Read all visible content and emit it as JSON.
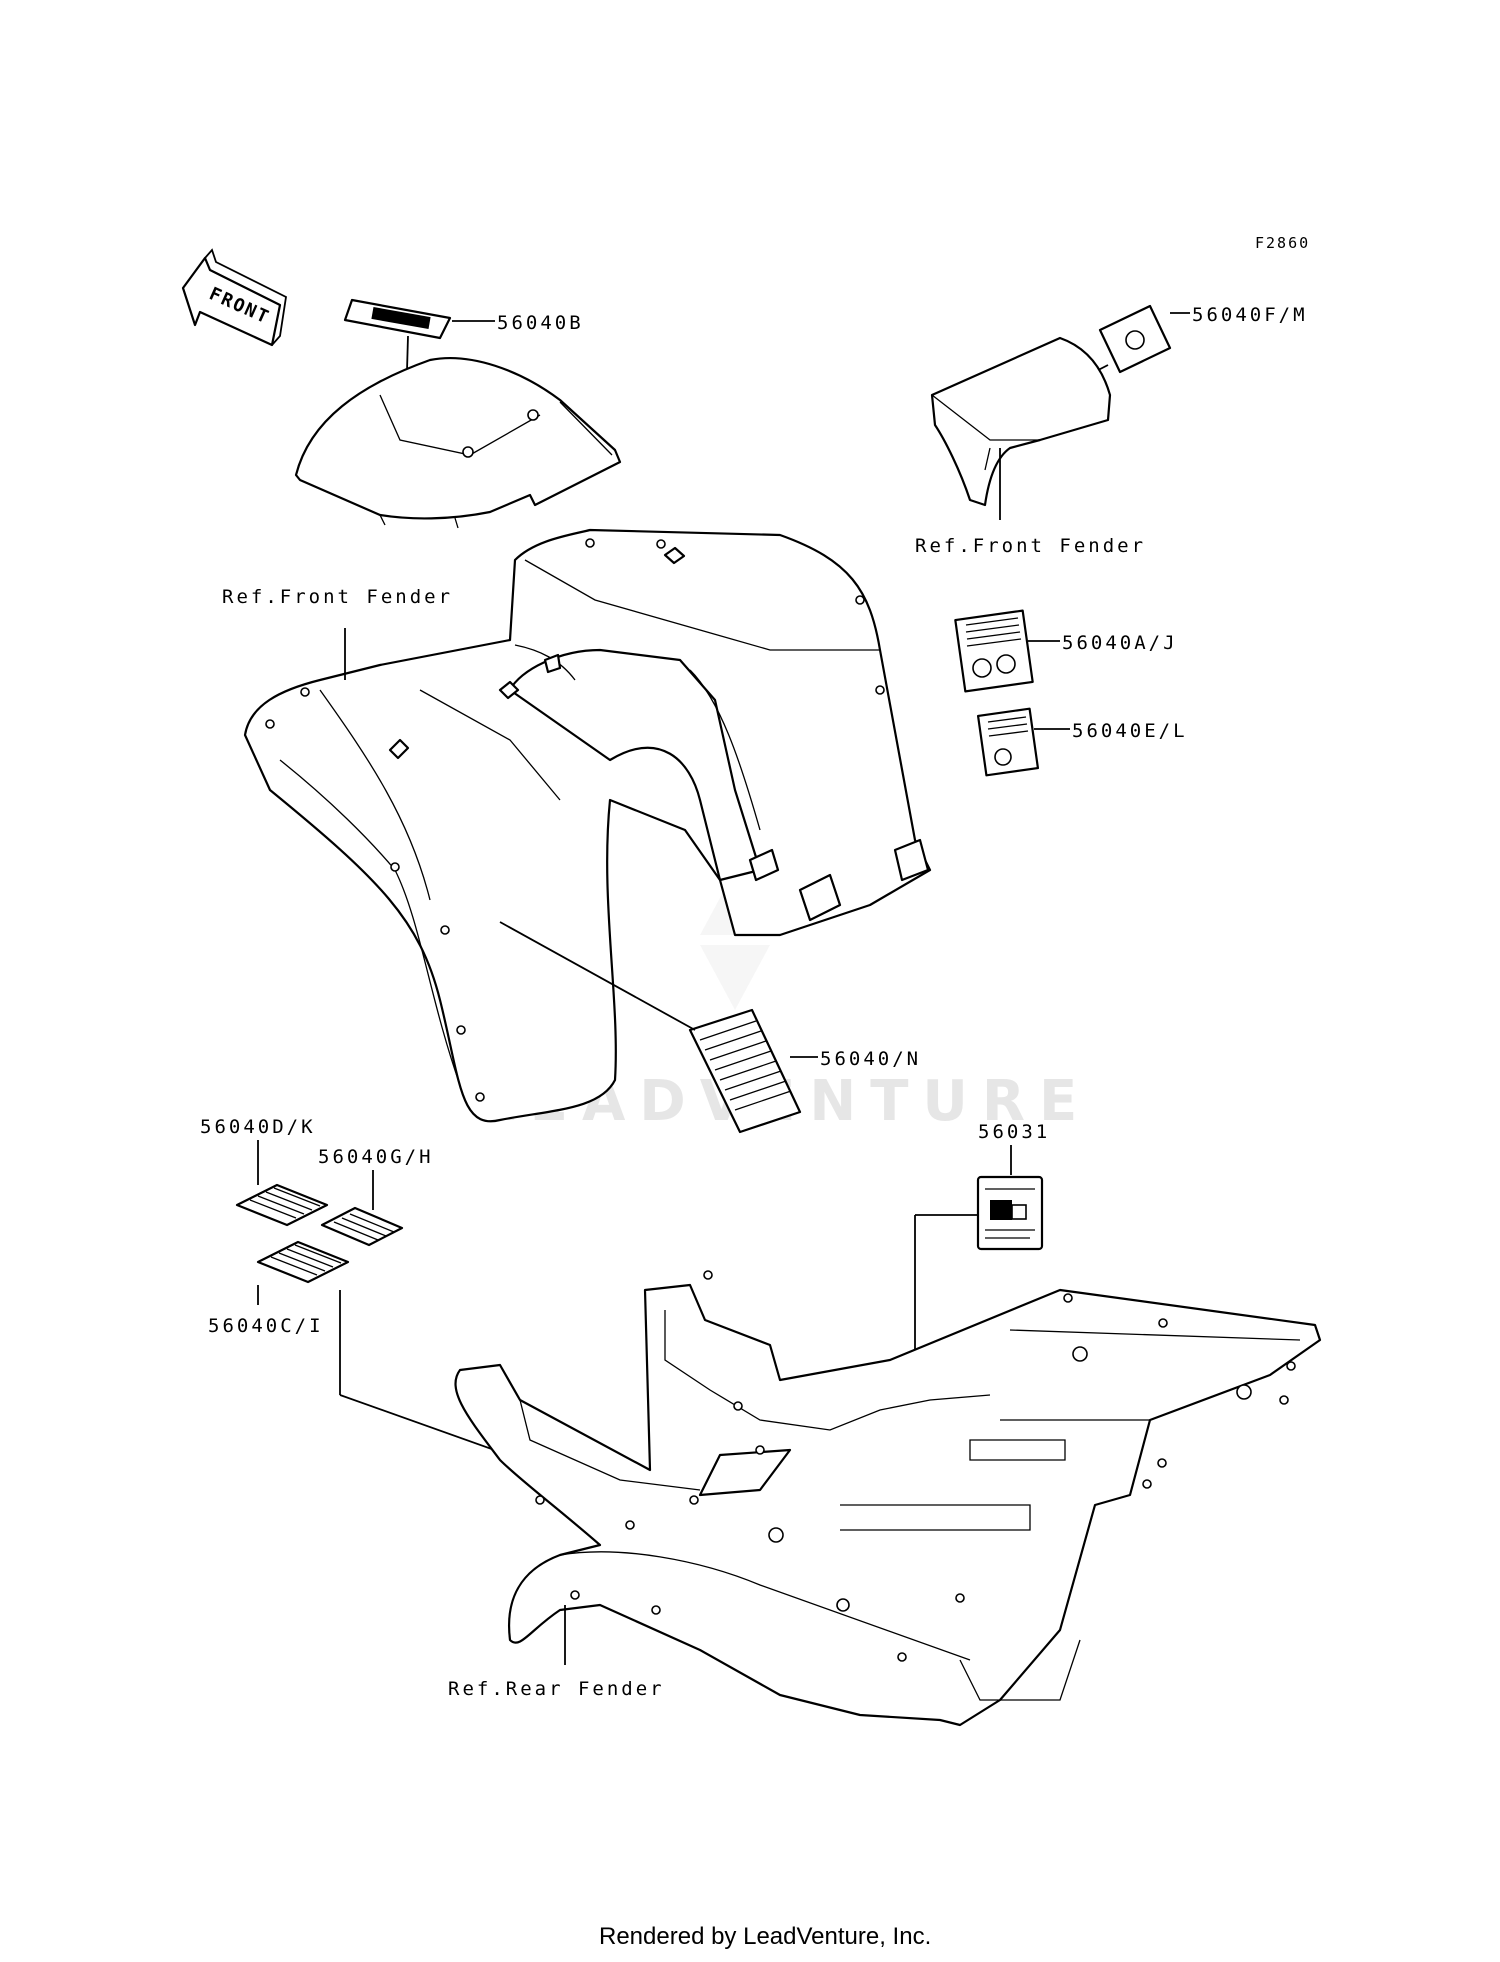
{
  "figure_code": "F2860",
  "direction_arrow": "FRONT",
  "callouts": {
    "part_56040B": "56040B",
    "part_56040FM": "56040F/M",
    "part_56040AJ": "56040A/J",
    "part_56040EL": "56040E/L",
    "part_56040N": "56040/N",
    "part_56031": "56031",
    "part_56040DK": "56040D/K",
    "part_56040GH": "56040G/H",
    "part_56040CI": "56040C/I"
  },
  "references": {
    "front_fender_left": "Ref.Front Fender",
    "front_fender_right": "Ref.Front Fender",
    "rear_fender": "Ref.Rear Fender"
  },
  "watermark": "LEADVENTURE",
  "footer": "Rendered by LeadVenture, Inc.",
  "icons": [
    "front-arrow-icon",
    "watermark-logo-icon"
  ]
}
